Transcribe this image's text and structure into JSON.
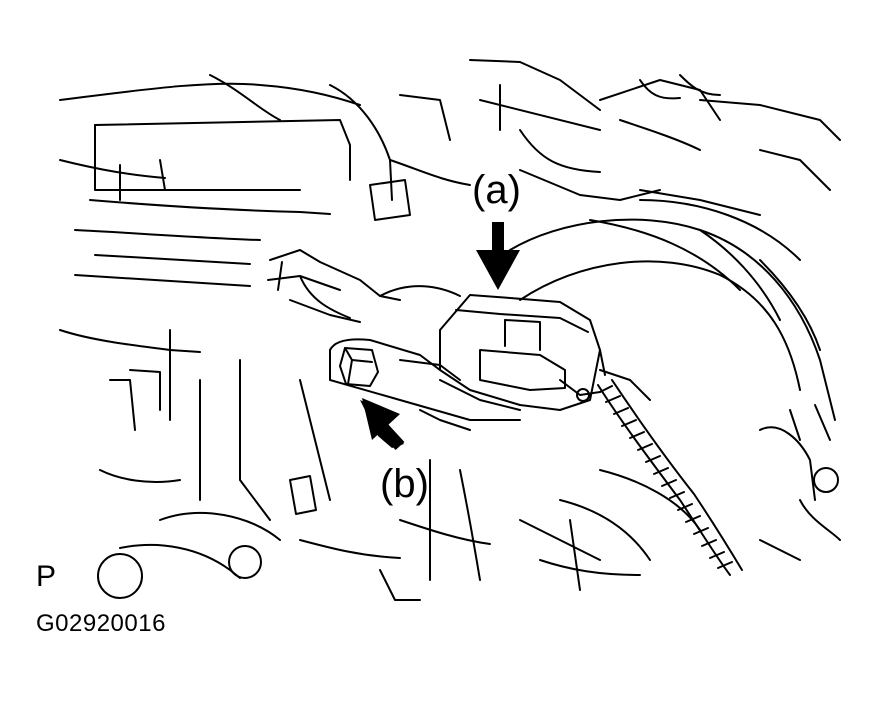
{
  "callouts": {
    "a": "(a)",
    "b": "(b)"
  },
  "view_marker": "P",
  "figure_id": "G02920016",
  "colors": {
    "line": "#000000",
    "background": "#ffffff"
  }
}
